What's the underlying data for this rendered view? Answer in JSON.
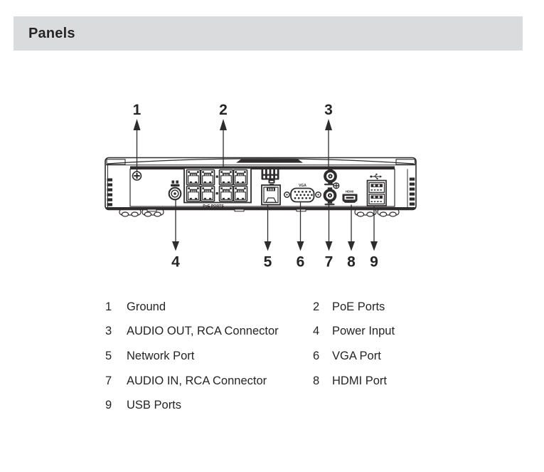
{
  "header": {
    "title": "Panels"
  },
  "diagram": {
    "top_callouts": [
      "1",
      "2",
      "3"
    ],
    "bottom_callouts": [
      "4",
      "5",
      "6",
      "7",
      "8",
      "9"
    ],
    "port_labels": {
      "poe": "PoE PORTS",
      "vga": "VGA",
      "hdmi": "HDMI"
    }
  },
  "legend": {
    "rows": [
      {
        "ln": "1",
        "ll": "Ground",
        "rn": "2",
        "rl": "PoE Ports"
      },
      {
        "ln": "3",
        "ll": "AUDIO OUT, RCA Connector",
        "rn": "4",
        "rl": "Power Input"
      },
      {
        "ln": "5",
        "ll": "Network Port",
        "rn": "6",
        "rl": "VGA Port"
      },
      {
        "ln": "7",
        "ll": "AUDIO IN, RCA Connector",
        "rn": "8",
        "rl": "HDMI Port"
      },
      {
        "ln": "9",
        "ll": "USB Ports",
        "rn": "",
        "rl": ""
      }
    ]
  },
  "colors": {
    "header_bg": "#dadbdc",
    "ink": "#2e2c2d",
    "text": "#262424"
  }
}
